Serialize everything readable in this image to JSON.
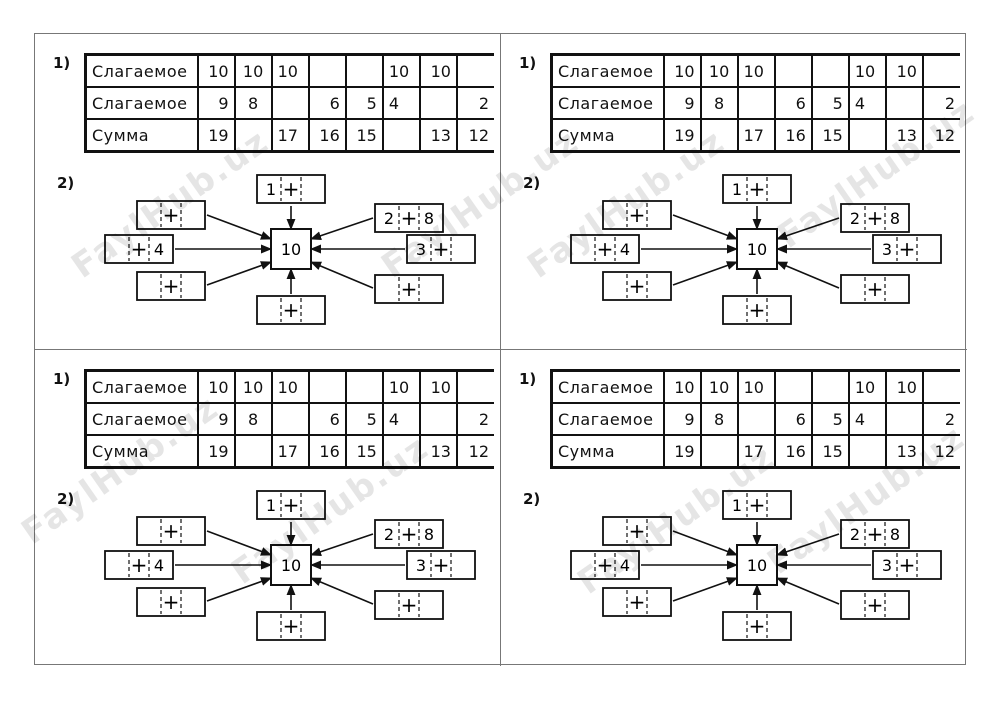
{
  "task_numbers": {
    "table": "1)",
    "wheel": "2)"
  },
  "table": {
    "rows": [
      {
        "label": "Слагаемое",
        "cells": [
          "10",
          "10",
          "10",
          "",
          "",
          "10",
          "10",
          ""
        ]
      },
      {
        "label": "Слагаемое",
        "cells": [
          "9",
          "8",
          "",
          "6",
          "5",
          "4",
          "",
          "2"
        ]
      },
      {
        "label": "Сумма",
        "cells": [
          "19",
          "",
          "17",
          "16",
          "15",
          "",
          "13",
          "12"
        ]
      }
    ]
  },
  "wheel": {
    "center": "10",
    "plus": "+",
    "boxes": [
      {
        "id": "top",
        "left": "1",
        "right": ""
      },
      {
        "id": "upper-right",
        "left": "2",
        "right": "8"
      },
      {
        "id": "right",
        "left": "3",
        "right": ""
      },
      {
        "id": "lower-right",
        "left": "",
        "right": ""
      },
      {
        "id": "bottom",
        "left": "",
        "right": ""
      },
      {
        "id": "lower-left",
        "left": "",
        "right": ""
      },
      {
        "id": "left",
        "left": "",
        "right": "4"
      },
      {
        "id": "upper-left",
        "left": "",
        "right": ""
      }
    ]
  },
  "watermark": "FaylHub.uz"
}
